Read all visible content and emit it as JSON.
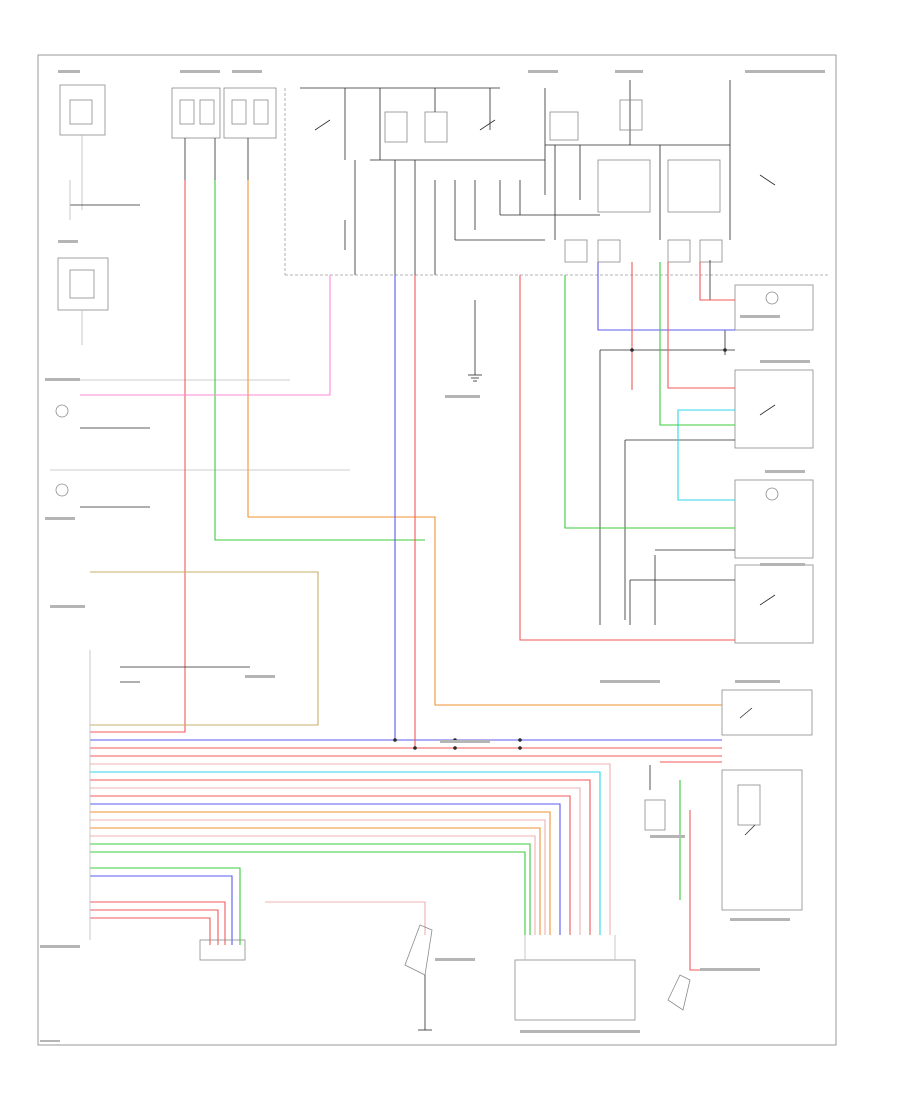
{
  "diagram": {
    "colors": {
      "red": "#f05a5a",
      "pink": "#ff8ad8",
      "green": "#3dcc3d",
      "orange": "#f39233",
      "blue": "#5b5bf0",
      "cyan": "#2ed7e8",
      "tan": "#c8b068",
      "wire": "#2a2a2a"
    },
    "icons": [
      "ground-symbol",
      "lamp-symbol",
      "switch-symbol",
      "splice-dot"
    ]
  }
}
